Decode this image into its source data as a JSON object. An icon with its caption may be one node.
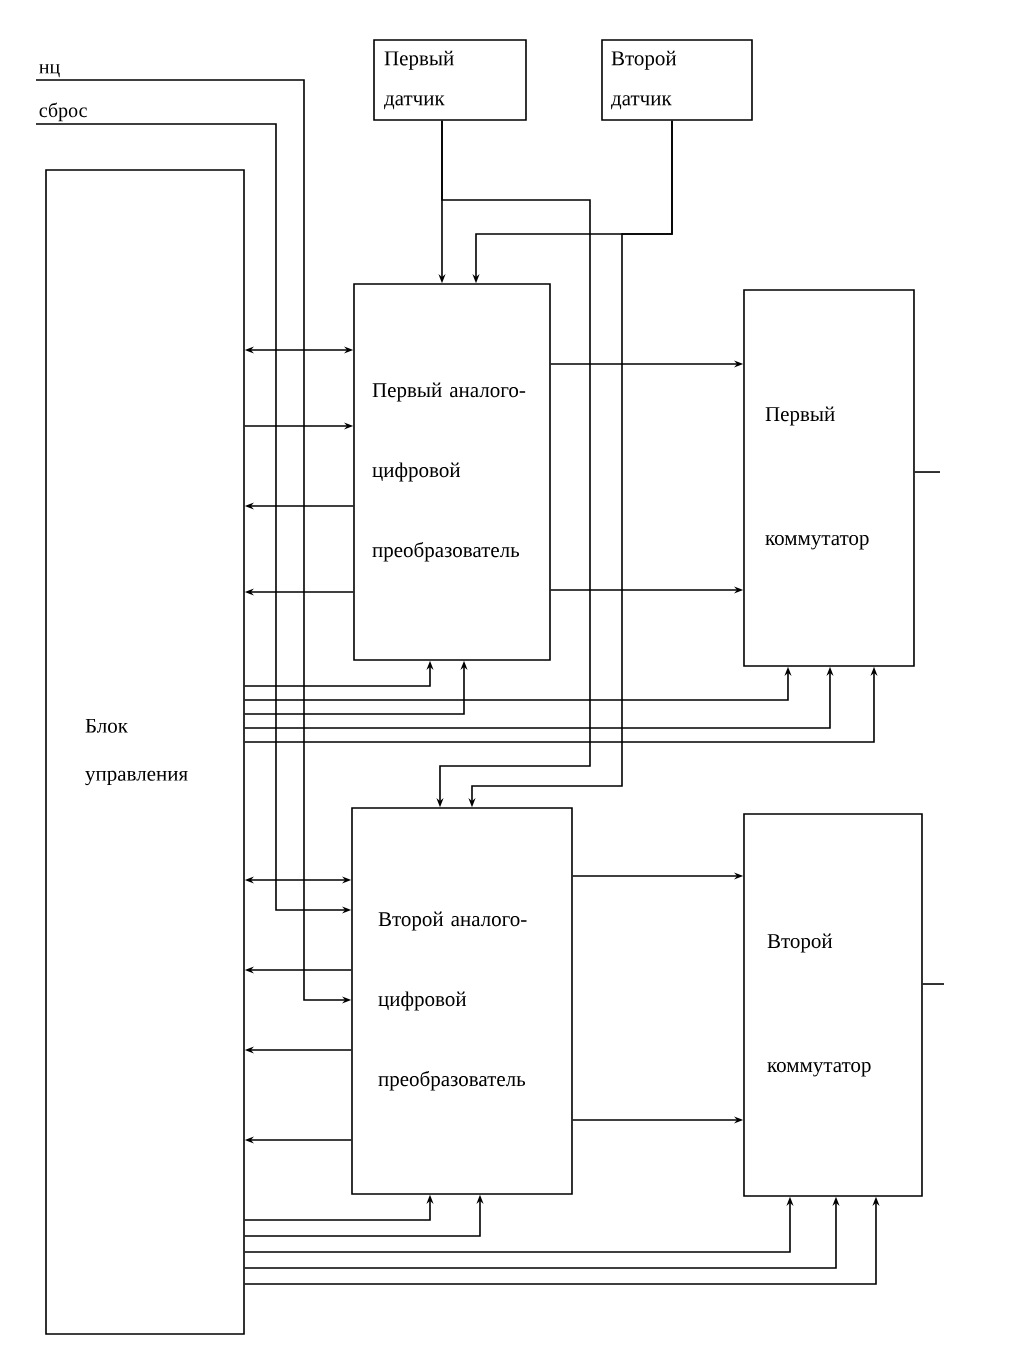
{
  "diagram": {
    "nodes": [
      {
        "text": [
          "нц"
        ]
      },
      {
        "text": [
          "сброс"
        ]
      },
      {
        "text": [
          "Первый датчик"
        ]
      },
      {
        "text": [
          "Второй датчик"
        ]
      },
      {
        "text": [
          "Блок управления"
        ]
      },
      {
        "text": [
          "Первый аналого-цифровой преобразователь"
        ]
      },
      {
        "text": [
          "Первый коммутатор"
        ]
      },
      {
        "text": [
          "Второй аналого-цифровой преобразователь"
        ]
      },
      {
        "text": [
          "Второй коммутатор"
        ]
      }
    ],
    "edges": [
      {
        "from": 0,
        "to": 7,
        "arrow": "to"
      },
      {
        "from": 1,
        "to": 7,
        "arrow": "to"
      },
      {
        "from": 2,
        "to": 5,
        "arrow": "to"
      },
      {
        "from": 2,
        "to": 7,
        "arrow": "to"
      },
      {
        "from": 3,
        "to": 5,
        "arrow": "to"
      },
      {
        "from": 3,
        "to": 7,
        "arrow": "to"
      },
      {
        "from": 4,
        "to": 5,
        "arrow": "both"
      },
      {
        "from": 4,
        "to": 5,
        "arrow": "to"
      },
      {
        "from": 5,
        "to": 4,
        "arrow": "to"
      },
      {
        "from": 5,
        "to": 4,
        "arrow": "to"
      },
      {
        "from": 5,
        "to": 6,
        "arrow": "to"
      },
      {
        "from": 5,
        "to": 6,
        "arrow": "to"
      },
      {
        "from": 4,
        "to": 5,
        "arrow": "to"
      },
      {
        "from": 4,
        "to": 5,
        "arrow": "to"
      },
      {
        "from": 4,
        "to": 6,
        "arrow": "to"
      },
      {
        "from": 4,
        "to": 6,
        "arrow": "to"
      },
      {
        "from": 4,
        "to": 6,
        "arrow": "to"
      },
      {
        "from": 4,
        "to": 7,
        "arrow": "both"
      },
      {
        "from": 7,
        "to": 4,
        "arrow": "to"
      },
      {
        "from": 7,
        "to": 4,
        "arrow": "to"
      },
      {
        "from": 7,
        "to": 4,
        "arrow": "to"
      },
      {
        "from": 7,
        "to": 8,
        "arrow": "to"
      },
      {
        "from": 7,
        "to": 8,
        "arrow": "to"
      },
      {
        "from": 4,
        "to": 7,
        "arrow": "to"
      },
      {
        "from": 4,
        "to": 7,
        "arrow": "to"
      },
      {
        "from": 4,
        "to": 8,
        "arrow": "to"
      },
      {
        "from": 4,
        "to": 8,
        "arrow": "to"
      },
      {
        "from": 4,
        "to": 8,
        "arrow": "to"
      },
      {
        "from": 6,
        "to": null,
        "arrow": "none"
      },
      {
        "from": 8,
        "to": null,
        "arrow": "none"
      }
    ]
  }
}
